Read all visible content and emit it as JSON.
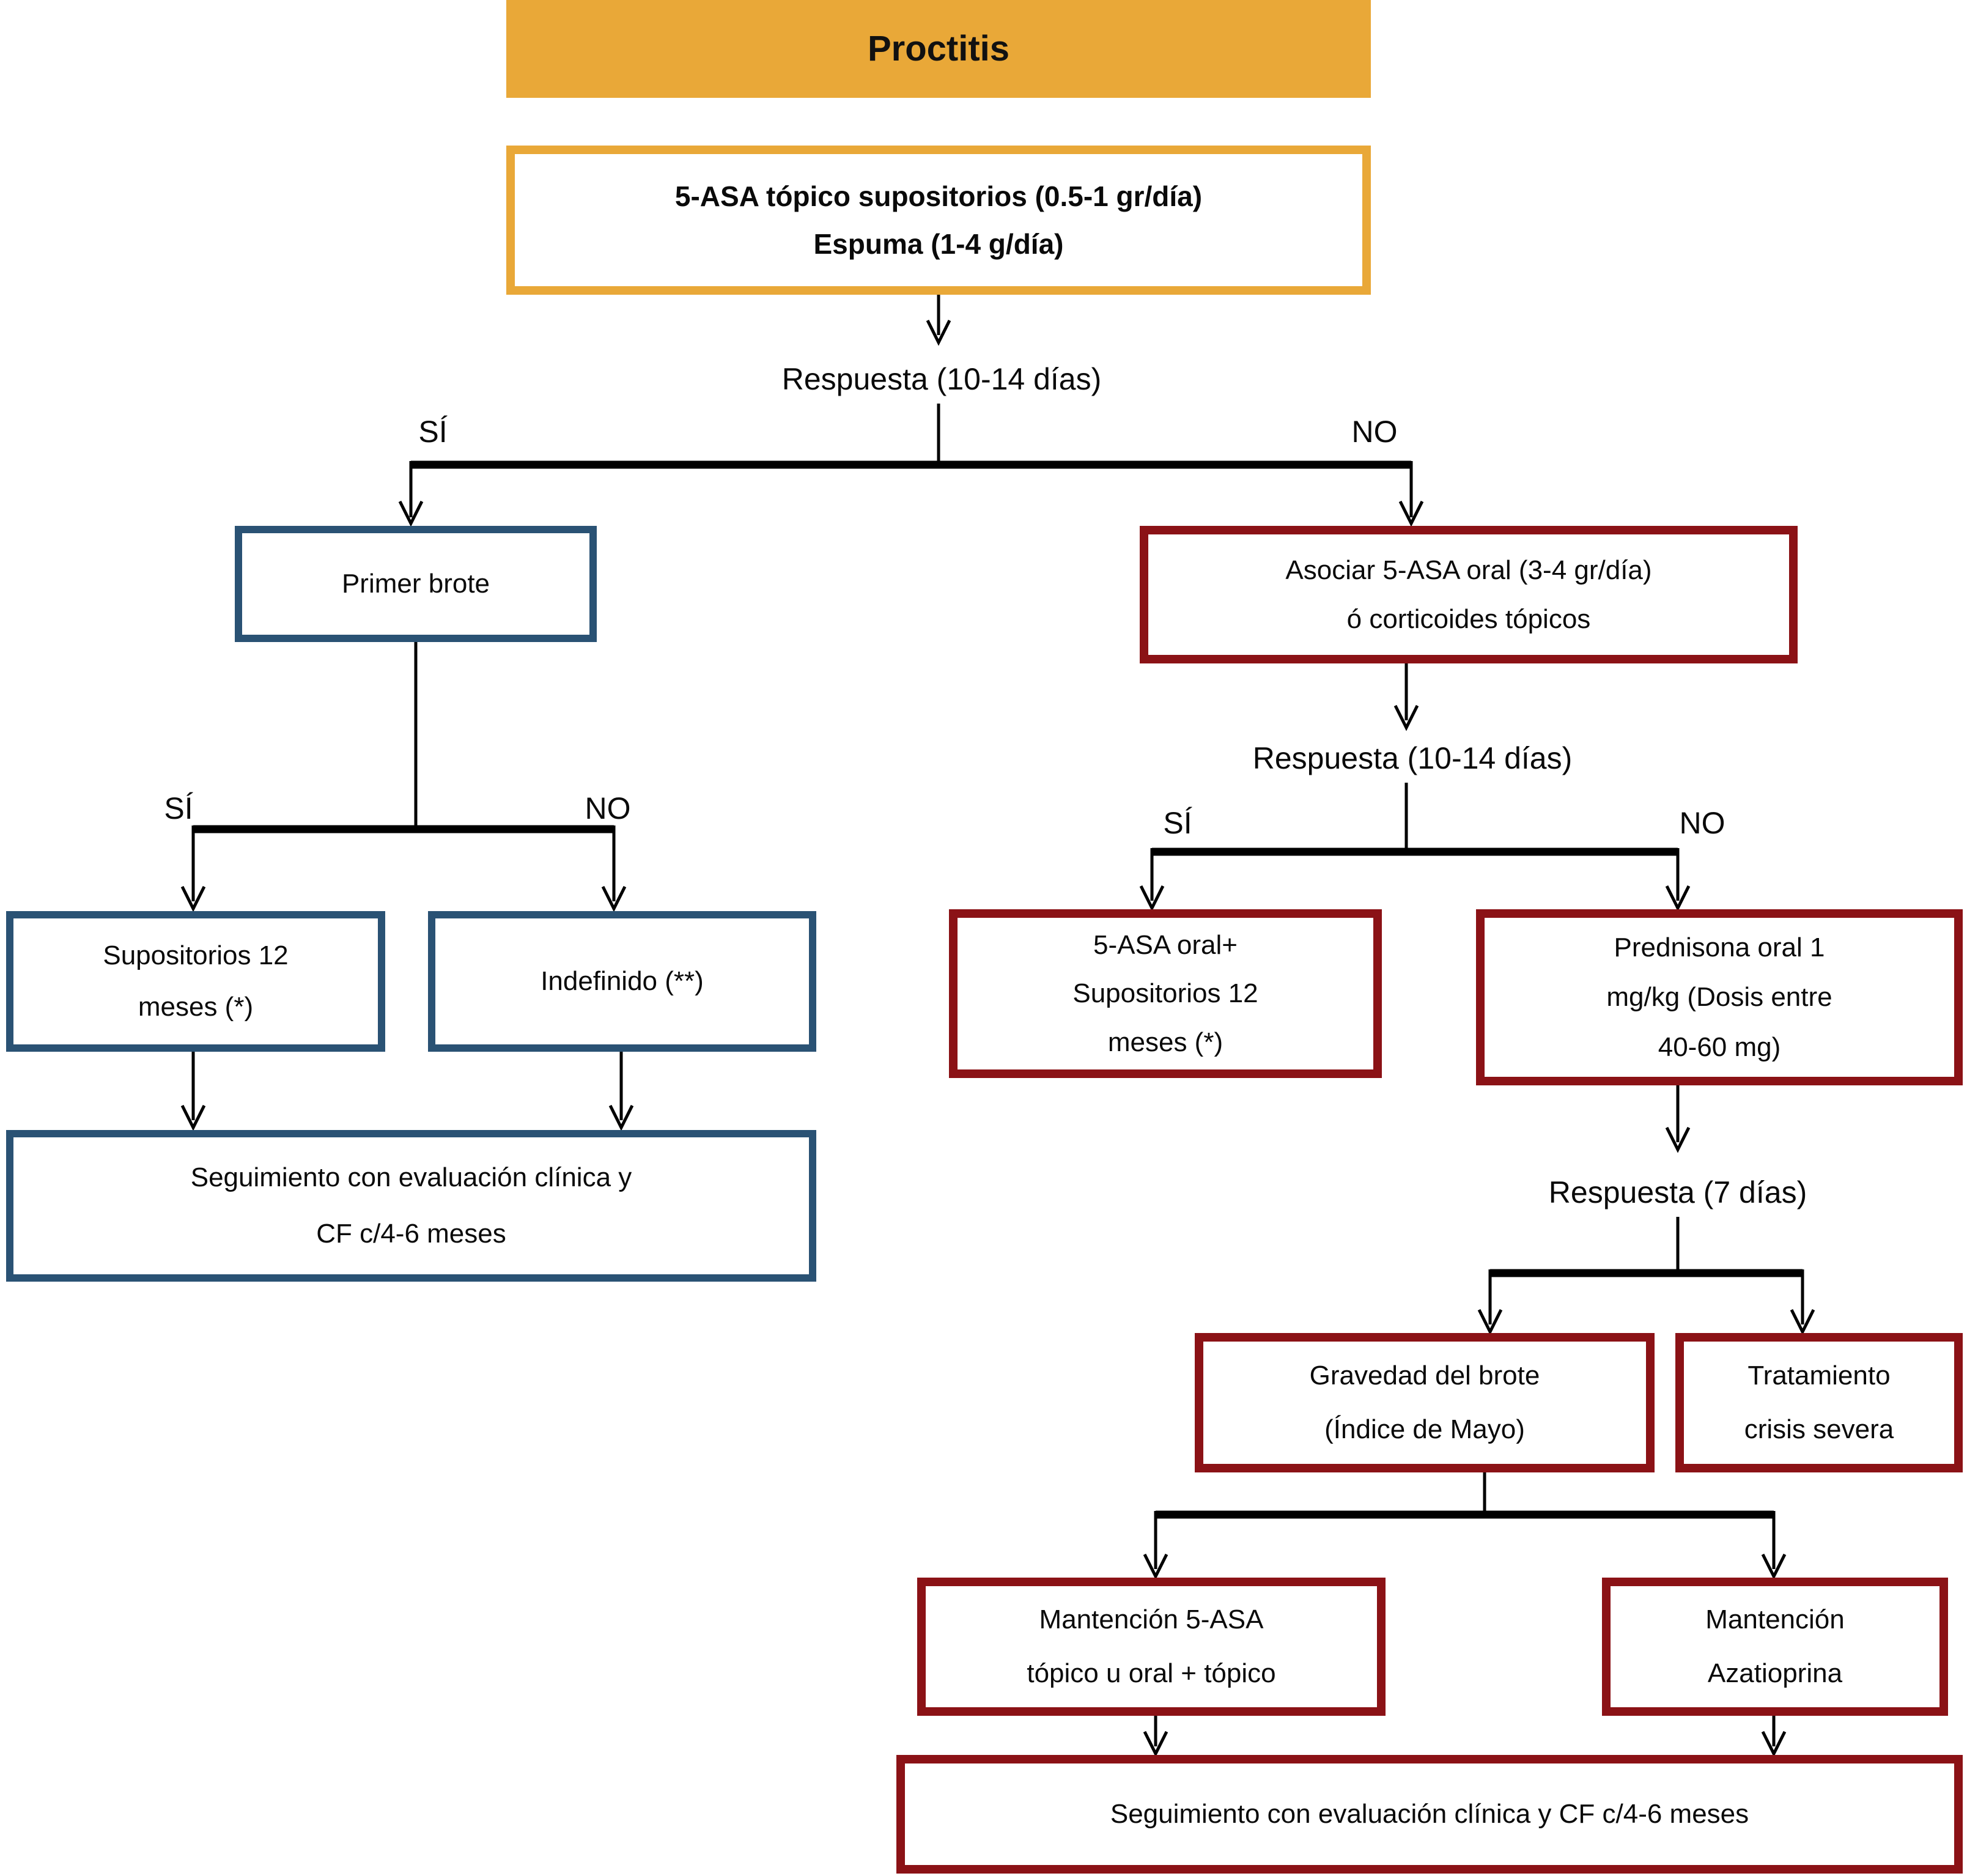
{
  "title": "Proctitis",
  "colors": {
    "orange": "#E9A838",
    "blue": "#2A5274",
    "dark_red": "#8B1216",
    "text": "#0a0a0a",
    "background": "#ffffff"
  },
  "nodes": {
    "inicio": "5-ASA tópico supositorios (0.5-1 gr/día)\nEspuma (1-4 g/día)",
    "primer_brote": "Primer brote",
    "asociar": "Asociar 5-ASA oral (3-4 gr/día)\nó corticoides tópicos",
    "supositorios": "Supositorios 12\nmeses (*)",
    "indefinido": "Indefinido (**)",
    "seguimiento_izquierda": "Seguimiento con evaluación clínica y\nCF c/4-6 meses",
    "asa_oral_supositorios": "5-ASA oral+\nSupositorios 12\nmeses (*)",
    "prednisona": "Prednisona oral 1\nmg/kg (Dosis entre\n40-60 mg)",
    "gravedad_brote": "Gravedad del brote\n(Índice de Mayo)",
    "tratamiento_crisis": "Tratamiento\ncrisis severa",
    "mantencion_5asa": "Mantención 5-ASA\ntópico u oral + tópico",
    "mantencion_azatioprina": "Mantención\nAzatioprina",
    "seguimiento_derecha": "Seguimiento con evaluación clínica y CF c/4-6 meses"
  },
  "labels": {
    "respuesta_10_14_a": "Respuesta (10-14 días)",
    "respuesta_10_14_b": "Respuesta (10-14 días)",
    "respuesta_7": "Respuesta (7 días)",
    "si_1": "SÍ",
    "no_1": "NO",
    "si_2": "SÍ",
    "no_2": "NO",
    "si_3": "SÍ",
    "no_3": "NO"
  }
}
